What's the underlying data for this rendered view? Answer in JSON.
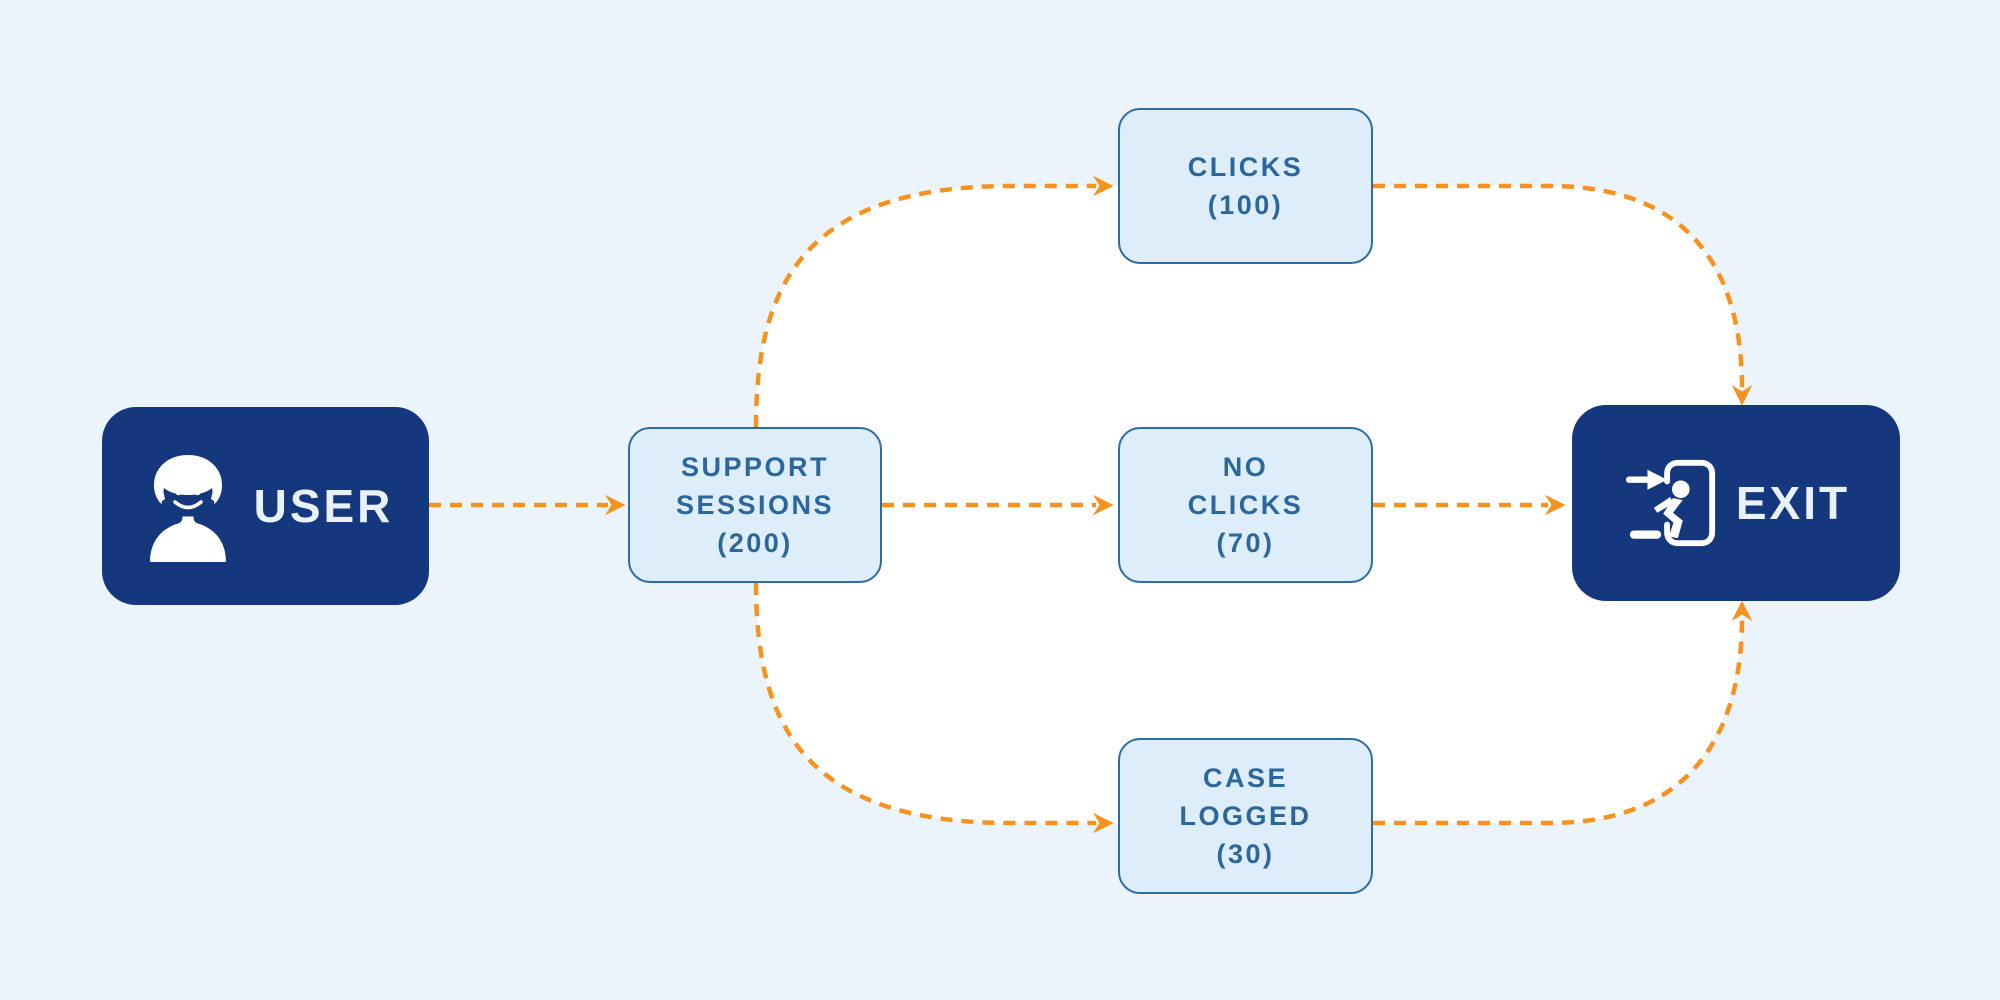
{
  "diagram": {
    "description": "User support session flow diagram",
    "colors": {
      "background": "#ecf4fb",
      "flow_area_fill": "#ffffff",
      "dark_node_bg": "#14377d",
      "dark_node_text": "#e9f1fa",
      "light_node_bg": "#ddedf9",
      "light_node_border": "#2e6ca3",
      "light_node_text": "#2b679c",
      "arrow": "#f6921d"
    },
    "nodes": {
      "user": {
        "label": "USER",
        "icon": "user-icon"
      },
      "support_sessions": {
        "label": "SUPPORT\nSESSIONS\n(200)",
        "name": "SUPPORT SESSIONS",
        "count": 200
      },
      "clicks": {
        "label": "CLICKS\n(100)",
        "name": "CLICKS",
        "count": 100
      },
      "no_clicks": {
        "label": "NO\nCLICKS\n(70)",
        "name": "NO CLICKS",
        "count": 70
      },
      "case_logged": {
        "label": "CASE\nLOGGED\n(30)",
        "name": "CASE LOGGED",
        "count": 30
      },
      "exit": {
        "label": "EXIT",
        "icon": "exit-icon"
      }
    },
    "edges": [
      {
        "from": "user",
        "to": "support_sessions"
      },
      {
        "from": "support_sessions",
        "to": "clicks"
      },
      {
        "from": "support_sessions",
        "to": "no_clicks"
      },
      {
        "from": "support_sessions",
        "to": "case_logged"
      },
      {
        "from": "clicks",
        "to": "exit"
      },
      {
        "from": "no_clicks",
        "to": "exit"
      },
      {
        "from": "case_logged",
        "to": "exit"
      }
    ]
  }
}
